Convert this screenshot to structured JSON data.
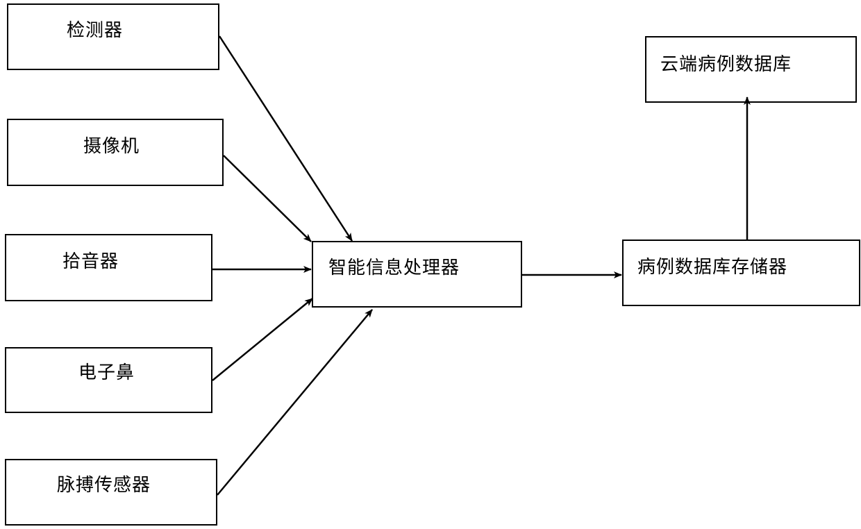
{
  "boxes": {
    "detector": "检测器",
    "camera": "摄像机",
    "pickup": "拾音器",
    "enose": "电子鼻",
    "pulse_sensor": "脉搏传感器",
    "processor": "智能信息处理器",
    "case_storage": "病例数据库存储器",
    "cloud_db": "云端病例数据库"
  },
  "colors": {
    "stroke": "#000000",
    "background": "#ffffff"
  }
}
